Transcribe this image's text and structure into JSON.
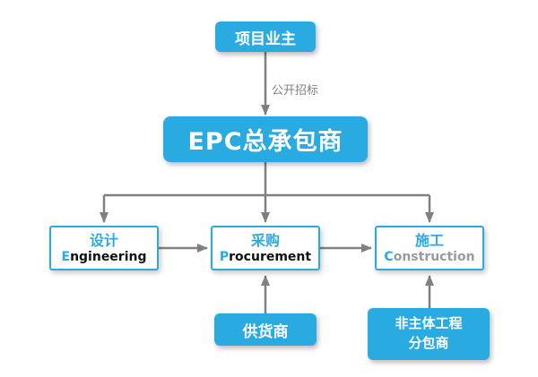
{
  "colors": {
    "blue": "#29ABE2",
    "line": "#808080",
    "dark": "#111111",
    "gray_text": "#9a9a9a"
  },
  "nodes": {
    "owner": {
      "label": "项目业主"
    },
    "epc": {
      "label": "EPC总承包商"
    },
    "design": {
      "cn": "设计",
      "en_initial": "E",
      "en_rest": "ngineering"
    },
    "procurement": {
      "cn": "采购",
      "en_initial": "P",
      "en_rest": "rocurement"
    },
    "construction": {
      "cn": "施工",
      "en_initial": "C",
      "en_rest": "onstruction"
    },
    "supplier": {
      "label": "供货商"
    },
    "subcontractor": {
      "line1": "非主体工程",
      "line2": "分包商"
    }
  },
  "labels": {
    "bidding": "公开招标"
  }
}
